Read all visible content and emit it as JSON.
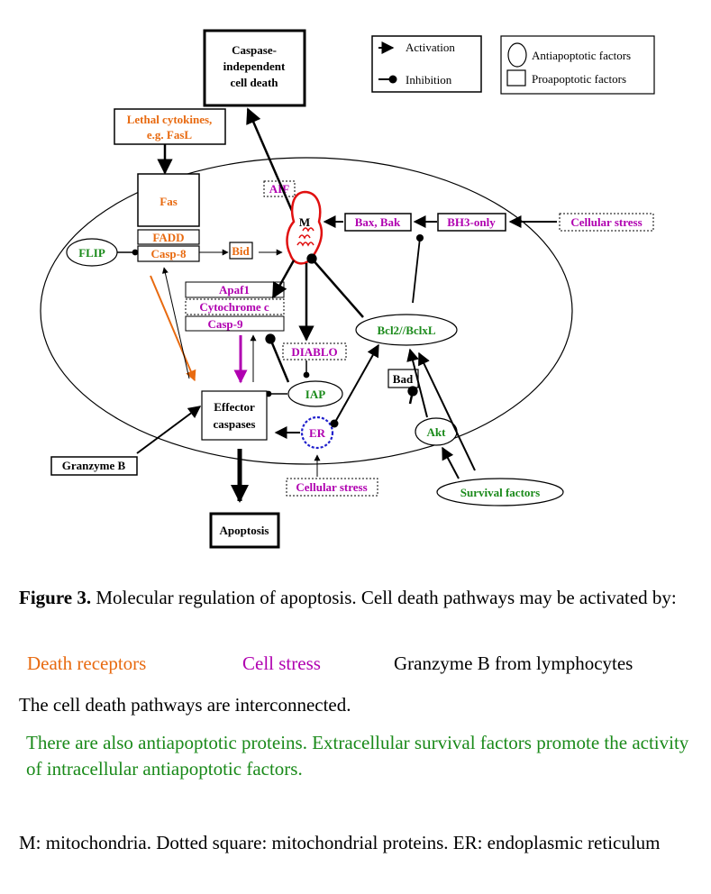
{
  "colors": {
    "orange": "#e86a10",
    "purple": "#b000b0",
    "green": "#1a8a1a",
    "red": "#e01010",
    "blue": "#2020cc",
    "black": "#000000"
  },
  "legend": {
    "activation": "Activation",
    "inhibition": "Inhibition",
    "antiapoptotic": "Antiapoptotic factors",
    "proapoptotic": "Proapoptotic factors"
  },
  "nodes": {
    "caspase_independent": [
      "Caspase-",
      "independent",
      "cell death"
    ],
    "lethal_cytokines": [
      "Lethal cytokines,",
      "e.g. FasL"
    ],
    "fas": "Fas",
    "fadd": "FADD",
    "casp8": "Casp-8",
    "flip": "FLIP",
    "bid": "Bid",
    "aif": "AIF",
    "mito": "M",
    "bax_bak": "Bax, Bak",
    "bh3_only": "BH3-only",
    "cellular_stress_top": "Cellular stress",
    "apaf1": "Apaf1",
    "cytochrome_c": "Cytochrome c",
    "casp9": "Casp-9",
    "diablo": "DIABLO",
    "bcl2": "Bcl2//BclxL",
    "bad": "Bad",
    "iap": "IAP",
    "effector_caspases": [
      "Effector",
      "caspases"
    ],
    "er": "ER",
    "akt": "Akt",
    "granzyme_b": "Granzyme B",
    "cellular_stress_bottom": "Cellular stress",
    "survival_factors": "Survival factors",
    "apoptosis": "Apoptosis"
  },
  "caption": {
    "figure_label": "Figure 3.",
    "line1_rest": " Molecular regulation of apoptosis. Cell death pathways may be activated by:",
    "death_receptors": "Death receptors",
    "cell_stress": "Cell stress",
    "granzyme": "Granzyme B from lymphocytes",
    "interconnected": "The cell death pathways are interconnected.",
    "antiapoptotic_note": "There are also antiapoptotic proteins. Extracellular survival factors promote the activity of intracellular antiapoptotic factors.",
    "footnote": "M: mitochondria. Dotted square: mitochondrial proteins. ER: endoplasmic reticulum"
  }
}
